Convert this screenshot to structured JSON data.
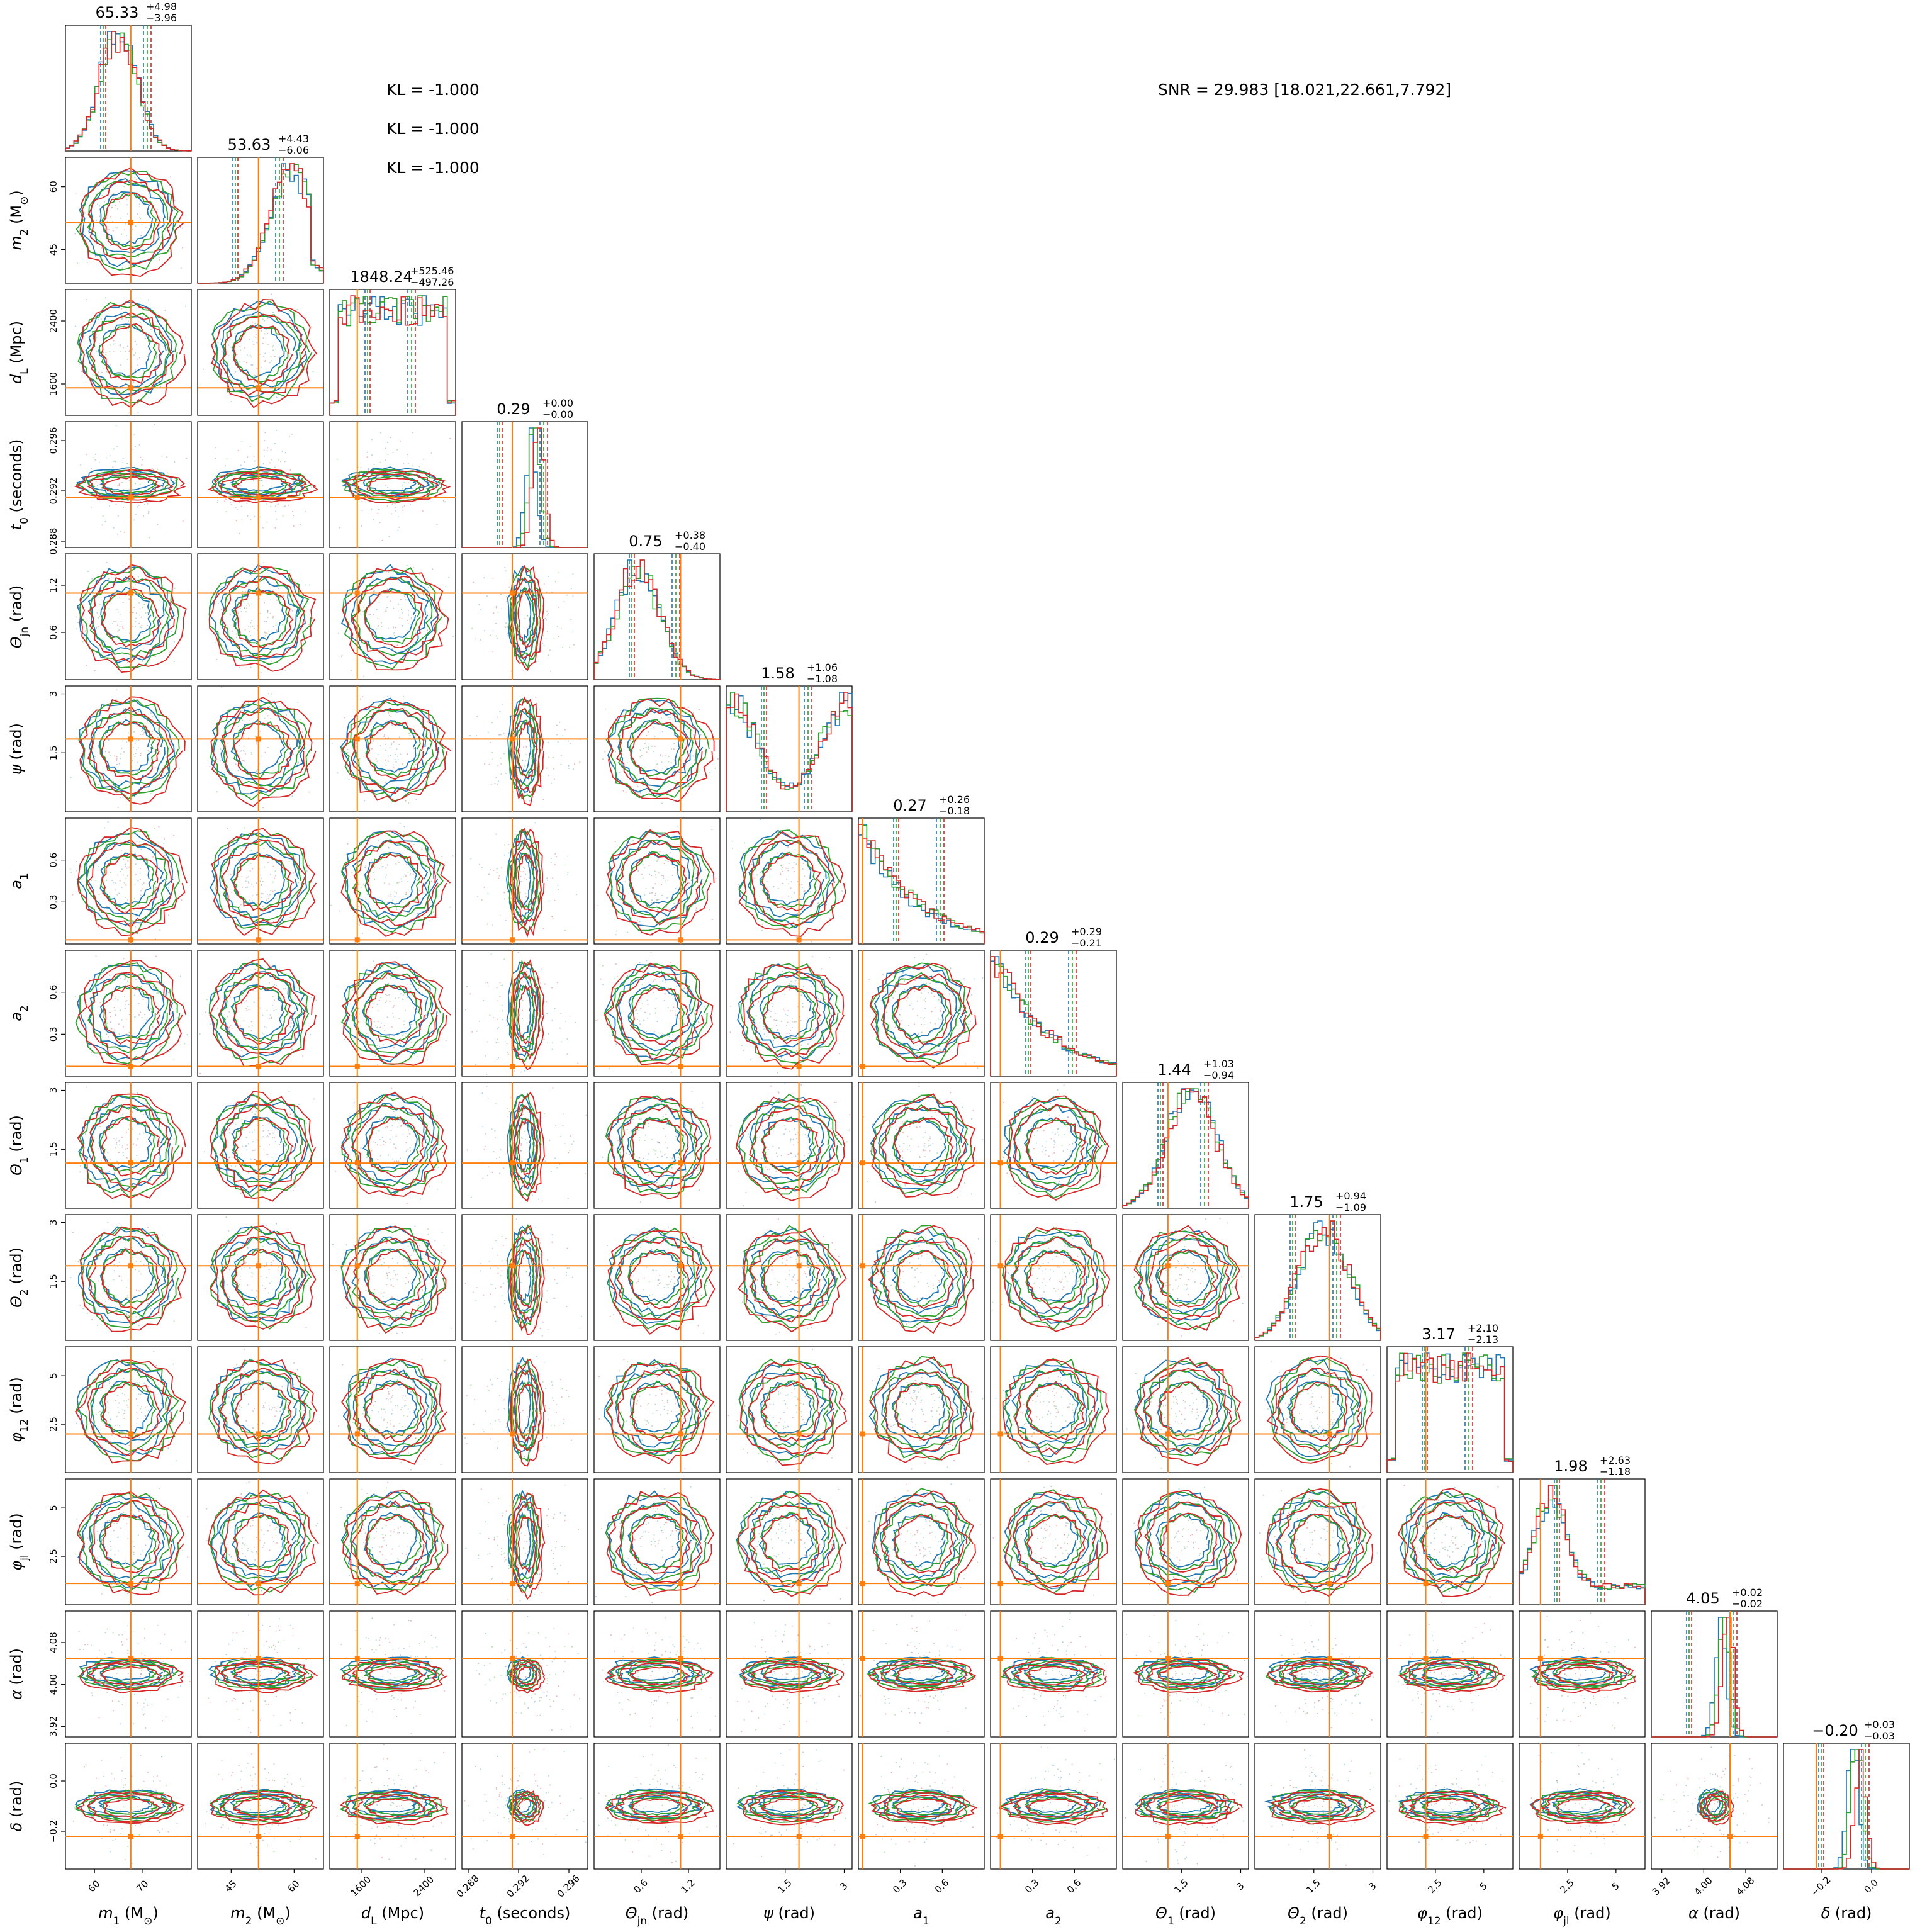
{
  "chart_data": {
    "type": "corner",
    "parameters": [
      {
        "key": "m1",
        "label_main": "m",
        "label_sub": "1",
        "label_unit": "(M",
        "label_unit_sub": "⊙",
        "label_unit_close": ")",
        "range": [
          54,
          80
        ],
        "ticks": [
          60,
          70
        ],
        "truth": 67.5,
        "title": {
          "value": "65.33",
          "plus": "+4.98",
          "minus": "−3.96"
        }
      },
      {
        "key": "m2",
        "label_main": "m",
        "label_sub": "2",
        "label_unit": "(M",
        "label_unit_sub": "⊙",
        "label_unit_close": ")",
        "range": [
          37,
          67
        ],
        "ticks": [
          45,
          60
        ],
        "truth": 51.5,
        "title": {
          "value": "53.63",
          "plus": "+4.43",
          "minus": "−6.06"
        }
      },
      {
        "key": "dL",
        "label_main": "d",
        "label_sub": "L",
        "label_unit": "(Mpc)",
        "range": [
          1200,
          2800
        ],
        "ticks": [
          1600,
          2400
        ],
        "truth": 1550,
        "title": {
          "value": "1848.24",
          "plus": "+525.46",
          "minus": "−497.26"
        }
      },
      {
        "key": "t0",
        "label_main": "t",
        "label_sub": "0",
        "label_unit": "(seconds)",
        "range": [
          0.2875,
          0.2975
        ],
        "ticks": [
          0.288,
          0.292,
          0.296
        ],
        "truth": 0.2915,
        "title": {
          "value": "0.29",
          "plus": "+0.00",
          "minus": "−0.00"
        }
      },
      {
        "key": "theta_jn",
        "label_main": "Θ",
        "label_sub": "jn",
        "label_unit": "(rad)",
        "range": [
          0.0,
          1.6
        ],
        "ticks": [
          0.6,
          1.2
        ],
        "truth": 1.1,
        "title": {
          "value": "0.75",
          "plus": "+0.38",
          "minus": "−0.40"
        }
      },
      {
        "key": "psi",
        "label_main": "ψ",
        "label_sub": "",
        "label_unit": "(rad)",
        "range": [
          0.0,
          3.2
        ],
        "ticks": [
          1.5,
          3.0
        ],
        "truth": 1.85,
        "title": {
          "value": "1.58",
          "plus": "+1.06",
          "minus": "−1.08"
        }
      },
      {
        "key": "a1",
        "label_main": "a",
        "label_sub": "1",
        "label_unit": "",
        "range": [
          0.0,
          0.9
        ],
        "ticks": [
          0.3,
          0.6
        ],
        "truth": 0.03,
        "title": {
          "value": "0.27",
          "plus": "+0.26",
          "minus": "−0.18"
        }
      },
      {
        "key": "a2",
        "label_main": "a",
        "label_sub": "2",
        "label_unit": "",
        "range": [
          0.0,
          0.9
        ],
        "ticks": [
          0.3,
          0.6
        ],
        "truth": 0.07,
        "title": {
          "value": "0.29",
          "plus": "+0.29",
          "minus": "−0.21"
        }
      },
      {
        "key": "theta1",
        "label_main": "Θ",
        "label_sub": "1",
        "label_unit": "(rad)",
        "range": [
          0.0,
          3.2
        ],
        "ticks": [
          1.5,
          3.0
        ],
        "truth": 1.15,
        "title": {
          "value": "1.44",
          "plus": "+1.03",
          "minus": "−0.94"
        }
      },
      {
        "key": "theta2",
        "label_main": "Θ",
        "label_sub": "2",
        "label_unit": "(rad)",
        "range": [
          0.0,
          3.2
        ],
        "ticks": [
          1.5,
          3.0
        ],
        "truth": 1.9,
        "title": {
          "value": "1.75",
          "plus": "+0.94",
          "minus": "−1.09"
        }
      },
      {
        "key": "phi12",
        "label_main": "φ",
        "label_sub": "12",
        "label_unit": "(rad)",
        "range": [
          0.0,
          6.5
        ],
        "ticks": [
          2.5,
          5.0
        ],
        "truth": 2.0,
        "title": {
          "value": "3.17",
          "plus": "+2.10",
          "minus": "−2.13"
        }
      },
      {
        "key": "phi_jl",
        "label_main": "φ",
        "label_sub": "jl",
        "label_unit": "(rad)",
        "range": [
          0.0,
          6.5
        ],
        "ticks": [
          2.5,
          5.0
        ],
        "truth": 1.1,
        "title": {
          "value": "1.98",
          "plus": "+2.63",
          "minus": "−1.18"
        }
      },
      {
        "key": "alpha",
        "label_main": "α",
        "label_sub": "",
        "label_unit": "(rad)",
        "range": [
          3.9,
          4.14
        ],
        "ticks": [
          3.92,
          4.0,
          4.08
        ],
        "truth": 4.05,
        "tick_labels": [
          "3.92",
          "4.00",
          "4.08"
        ],
        "title": {
          "value": "4.05",
          "plus": "+0.02",
          "minus": "−0.02"
        }
      },
      {
        "key": "delta",
        "label_main": "δ",
        "label_sub": "",
        "label_unit": "(rad)",
        "range": [
          -0.35,
          0.15
        ],
        "ticks": [
          -0.2,
          0.0
        ],
        "truth": -0.22,
        "tick_labels": [
          "−0.2",
          "0.0"
        ],
        "title": {
          "value": "−0.20",
          "plus": "+0.03",
          "minus": "−0.03"
        }
      }
    ],
    "series_colors": {
      "blue": "#1f77b4",
      "green": "#2ca02c",
      "red": "#d62728",
      "truth": "#ff7f0e"
    },
    "grid": false
  },
  "annotations": {
    "kl": [
      "KL = -1.000",
      "KL = -1.000",
      "KL = -1.000"
    ],
    "snr": "SNR = 29.983 [18.021,22.661,7.792]"
  }
}
